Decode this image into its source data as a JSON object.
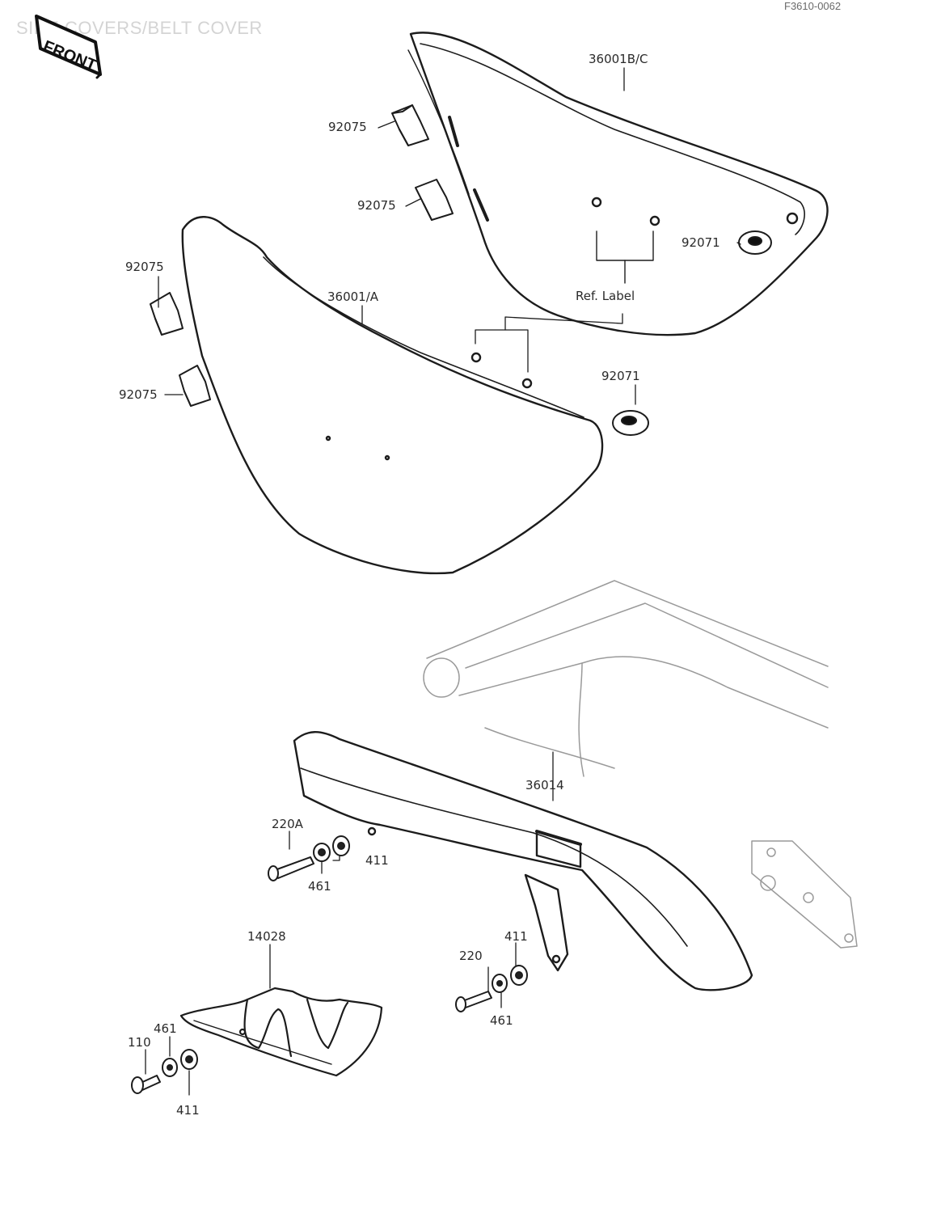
{
  "header": {
    "title": "SIDE COVERS/BELT COVER",
    "code": "F3610-0062"
  },
  "front_badge": {
    "text": "FRONT"
  },
  "callouts": {
    "c_36001b": "36001B/C",
    "c_92075_a": "92075",
    "c_92075_b": "92075",
    "c_92075_c": "92075",
    "c_92075_d": "92075",
    "c_36001a": "36001/A",
    "c_92071_a": "92071",
    "c_92071_b": "92071",
    "ref_label": "Ref. Label",
    "c_36014": "36014",
    "c_220a": "220A",
    "c_411_a": "411",
    "c_461_a": "461",
    "c_14028": "14028",
    "c_411_b": "411",
    "c_220": "220",
    "c_461_b": "461",
    "c_110": "110",
    "c_461_c": "461",
    "c_411_c": "411"
  }
}
